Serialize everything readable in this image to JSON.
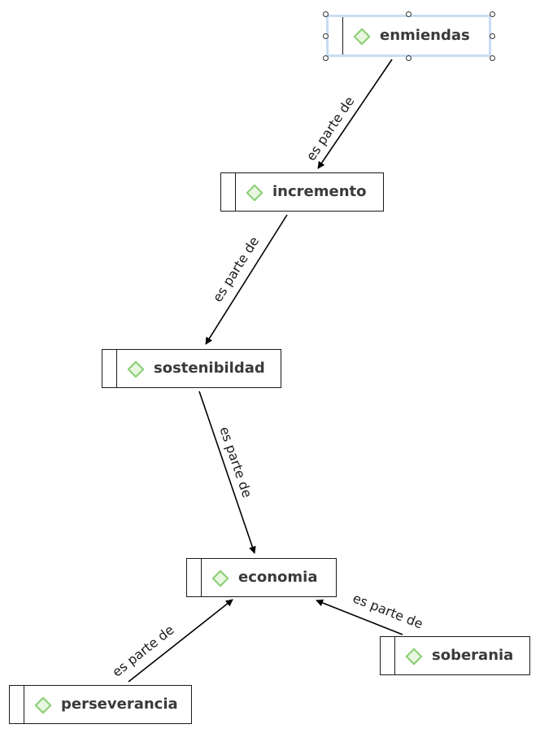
{
  "diagram": {
    "nodes": [
      {
        "id": "enmiendas",
        "label": "enmiendas",
        "icon": "diamond-icon",
        "selected": true
      },
      {
        "id": "incremento",
        "label": "incremento",
        "icon": "diamond-icon"
      },
      {
        "id": "sostenibildad",
        "label": "sostenibildad",
        "icon": "diamond-icon"
      },
      {
        "id": "economia",
        "label": "economia",
        "icon": "diamond-icon"
      },
      {
        "id": "soberania",
        "label": "soberania",
        "icon": "diamond-icon"
      },
      {
        "id": "perseverancia",
        "label": "perseverancia",
        "icon": "diamond-icon"
      }
    ],
    "edges": [
      {
        "from": "enmiendas",
        "to": "incremento",
        "label": "es parte de"
      },
      {
        "from": "incremento",
        "to": "sostenibildad",
        "label": "es parte de"
      },
      {
        "from": "sostenibildad",
        "to": "economia",
        "label": "es parte de"
      },
      {
        "from": "soberania",
        "to": "economia",
        "label": "es parte de"
      },
      {
        "from": "perseverancia",
        "to": "economia",
        "label": "es parte de"
      }
    ],
    "colors": {
      "node_border": "#1a1a1a",
      "node_text": "#3a3a3a",
      "icon_stroke": "#8fd07a",
      "icon_fill": "#e9f7e1",
      "selection": "#c8dcf4",
      "edge": "#000000"
    }
  }
}
